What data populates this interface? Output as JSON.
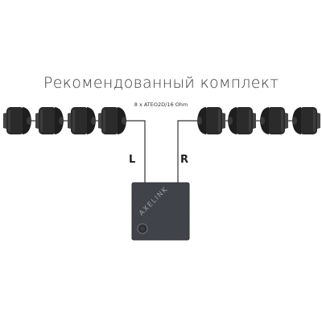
{
  "title": "Рекомендованный комплект",
  "subtitle": "8 x ATEO2D/16 Ohm",
  "channels": {
    "left": "L",
    "right": "R"
  },
  "amplifier": {
    "brand_mark": "AXELINK"
  },
  "speakers": {
    "count_left": 4,
    "count_right": 4
  },
  "colors": {
    "speaker": "#2b2b2b",
    "amp": "#3d3f45",
    "wire": "#333333"
  }
}
